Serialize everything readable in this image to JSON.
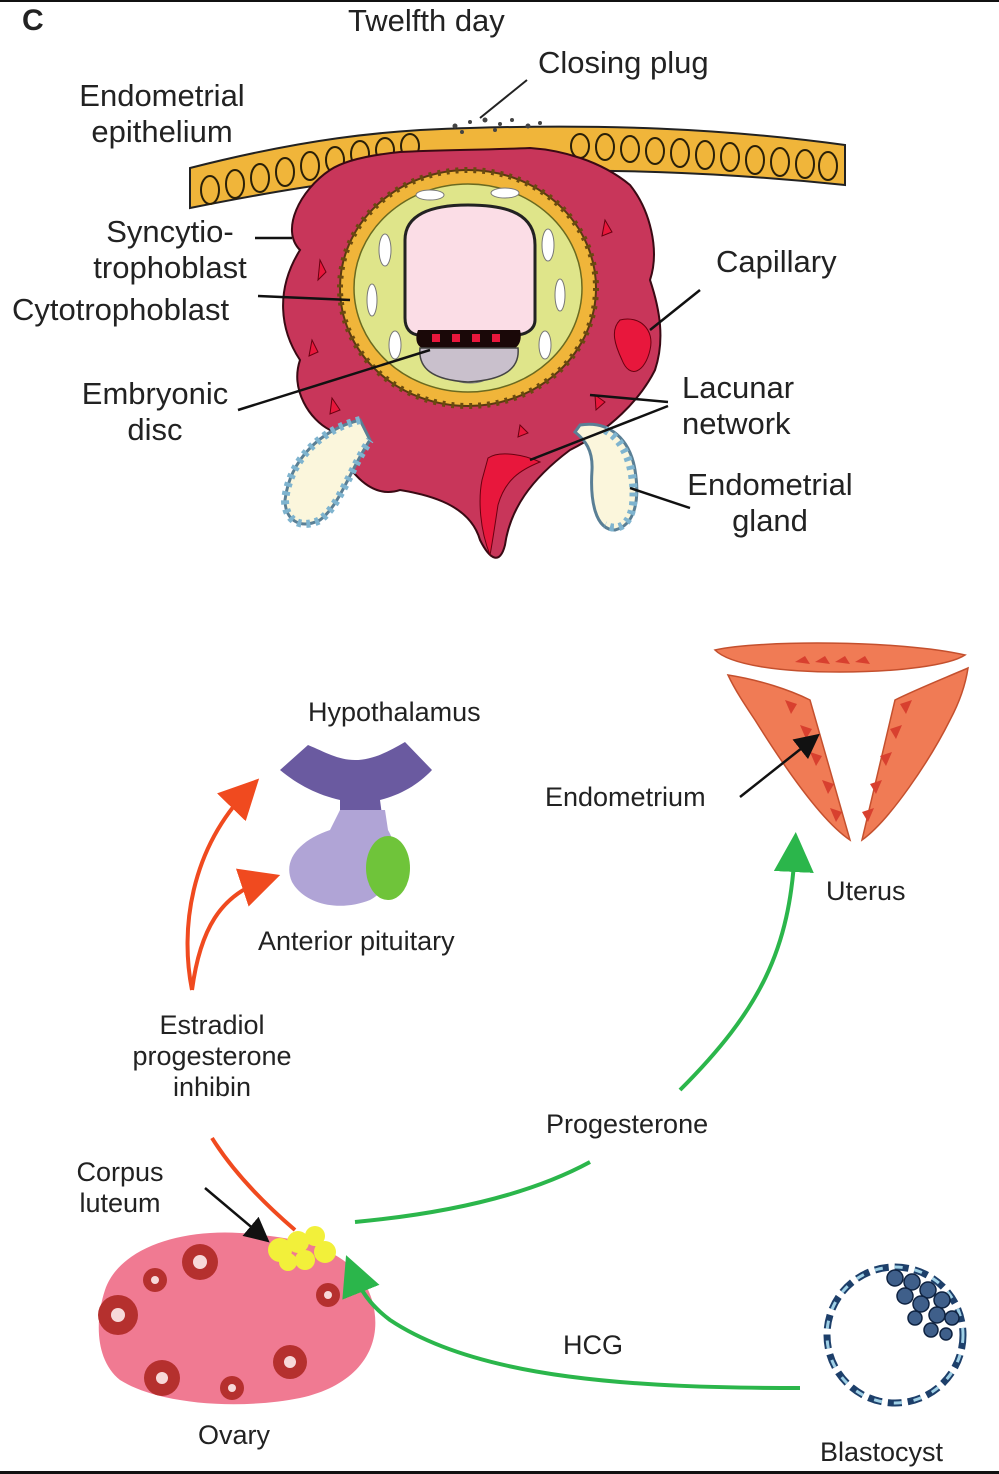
{
  "panel": {
    "letter": "C",
    "title": "Twelfth day"
  },
  "top_labels": {
    "closing_plug": "Closing plug",
    "endometrial_epithelium": [
      "Endometrial",
      "epithelium"
    ],
    "syncytiotrophoblast": [
      "Syncytio-",
      "trophoblast"
    ],
    "cytotrophoblast": "Cytotrophoblast",
    "capillary": "Capillary",
    "embryonic_disc": [
      "Embryonic",
      "disc"
    ],
    "lacunar_network": [
      "Lacunar",
      "network"
    ],
    "endometrial_gland": [
      "Endometrial",
      "gland"
    ]
  },
  "bottom_labels": {
    "hypothalamus": "Hypothalamus",
    "anterior_pituitary": "Anterior pituitary",
    "hormones": [
      "Estradiol",
      "progesterone",
      "inhibin"
    ],
    "corpus_luteum": [
      "Corpus",
      "luteum"
    ],
    "ovary": "Ovary",
    "progesterone": "Progesterone",
    "endometrium": "Endometrium",
    "uterus": "Uterus",
    "hcg": "HCG",
    "blastocyst": "Blastocyst"
  },
  "colors": {
    "syncytio": "#c8365a",
    "epithelium": "#f0b53a",
    "cyto_ring": "#dfe58a",
    "cavity": "#fbdde6",
    "capillary": "#e8173c",
    "gland": "#7fb4cf",
    "hypothalamus": "#6a5aa0",
    "pituitary": "#b0a4d6",
    "pituitary_lobe": "#6fc43a",
    "ovary": "#f07a92",
    "follicle": "#b5302e",
    "corpus_luteum": "#f2f03a",
    "uterus": "#f07b55",
    "endometrium": "#d8402f",
    "arrow_green": "#2bb64b",
    "arrow_red": "#f04a1f",
    "blastocyst": "#1d3f6a"
  }
}
